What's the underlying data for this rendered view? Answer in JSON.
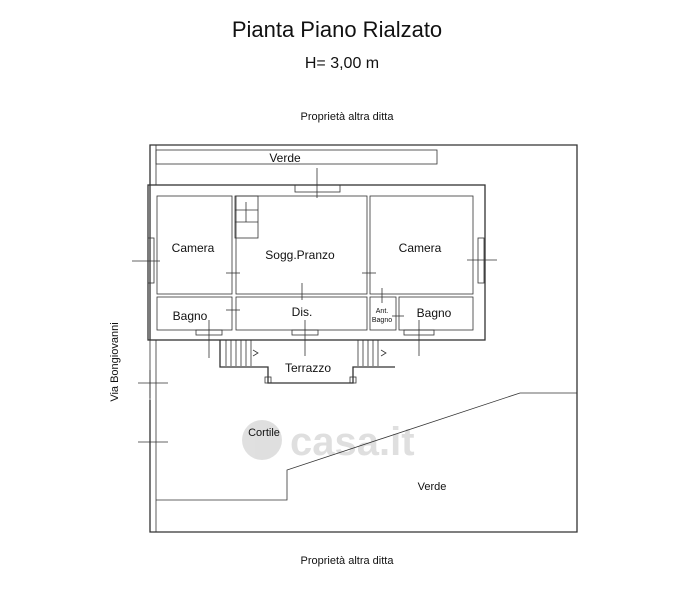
{
  "title": "Pianta Piano Rialzato",
  "height_label": "H= 3,00 m",
  "boundary_top": "Proprietà altra ditta",
  "boundary_bottom": "Proprietà altra ditta",
  "street": "Via Bongiovanni",
  "rooms": {
    "verde_top": "Verde",
    "camera_left": "Camera",
    "soggiorno": "Sogg.Pranzo",
    "camera_right": "Camera",
    "bagno_left": "Bagno",
    "disimpegno": "Dis.",
    "ant_bagno_1": "Ant.",
    "ant_bagno_2": "Bagno",
    "bagno_right": "Bagno",
    "terrazzo": "Terrazzo",
    "cortile": "Cortile",
    "verde_bottom": "Verde"
  },
  "watermark": "casa.it"
}
